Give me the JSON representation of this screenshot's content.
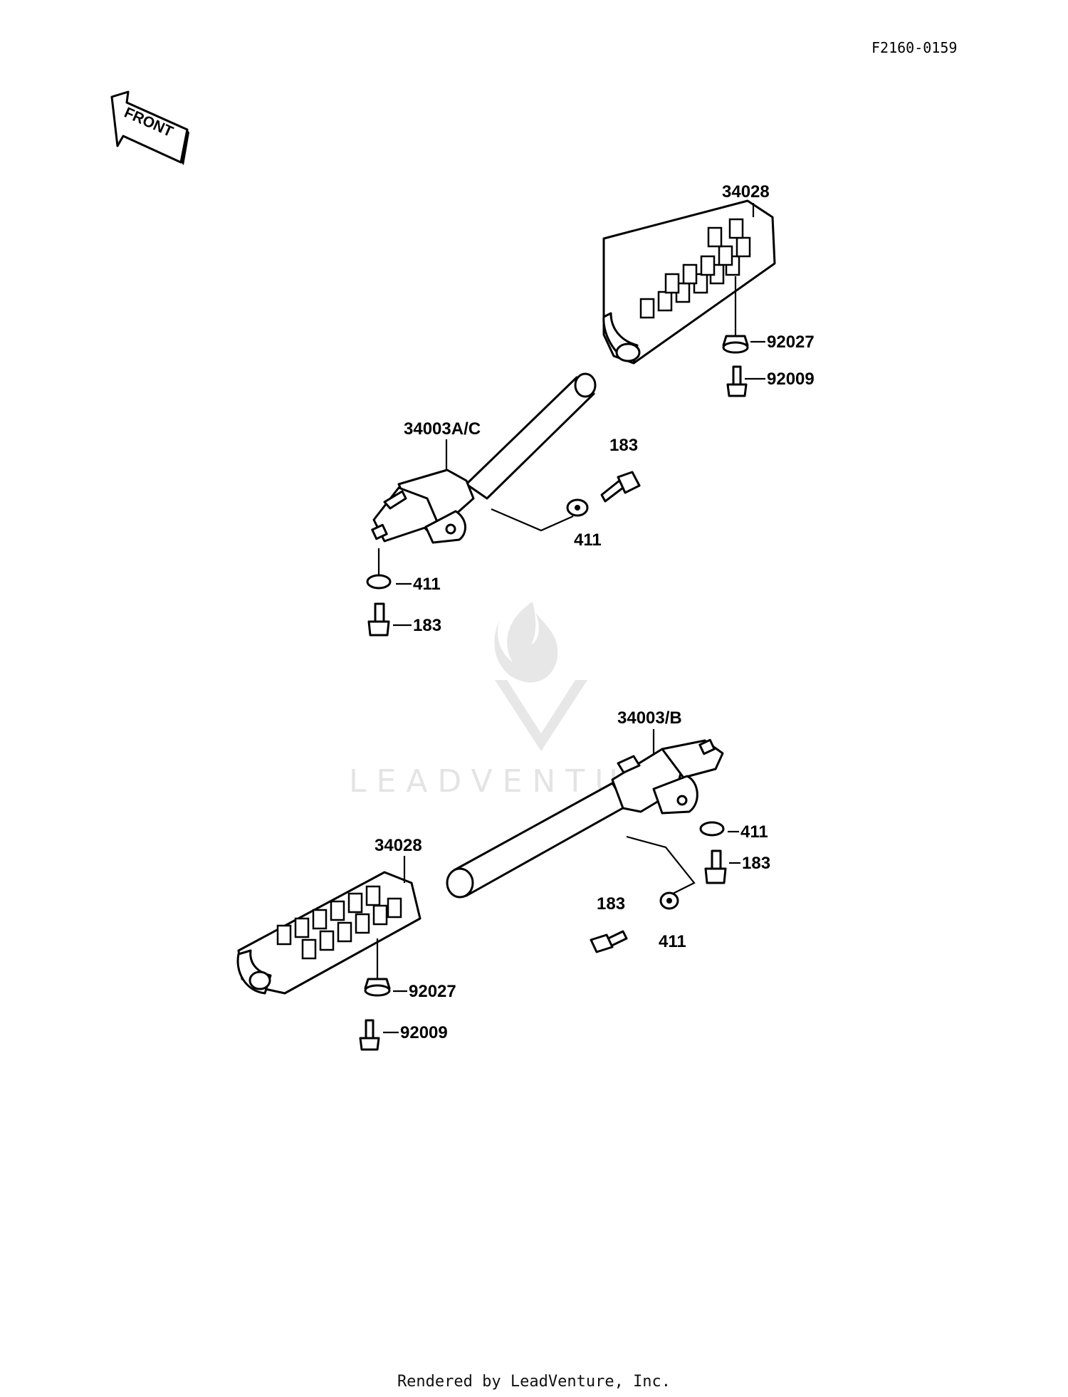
{
  "diagram_code": "F2160-0159",
  "front_arrow_label": "FRONT",
  "watermark_text": "LEADVENTURE",
  "footer": "Rendered by LeadVenture, Inc.",
  "callouts": {
    "upper_footpeg_rubber": "34028",
    "upper_washer_92027": "92027",
    "upper_screw_92009": "92009",
    "upper_footpeg_bracket": "34003A/C",
    "upper_bolt_right": "183",
    "upper_washer_right": "411",
    "upper_washer_bottom": "411",
    "upper_bolt_bottom": "183",
    "lower_footpeg_bracket": "34003/B",
    "lower_washer_top": "411",
    "lower_bolt_top": "183",
    "lower_bolt_left": "183",
    "lower_washer_left": "411",
    "lower_footpeg_rubber": "34028",
    "lower_washer_92027": "92027",
    "lower_screw_92009": "92009"
  }
}
